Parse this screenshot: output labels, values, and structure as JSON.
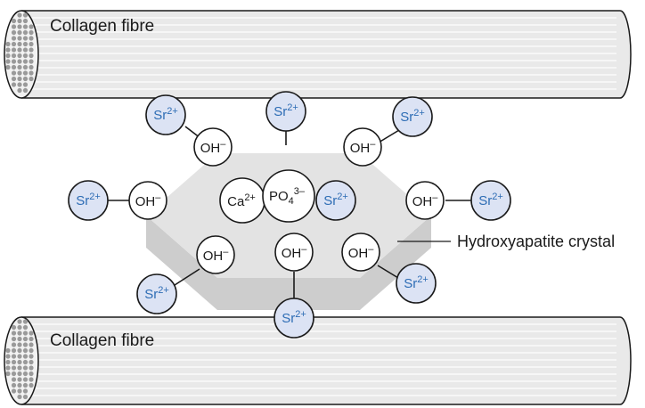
{
  "fibre_top": {
    "label": "Collagen fibre"
  },
  "fibre_bottom": {
    "label": "Collagen fibre"
  },
  "crystal": {
    "label": "Hydroxyapatite crystal"
  },
  "ions": {
    "sr": {
      "base": "Sr",
      "charge": "2+"
    },
    "oh": {
      "base": "OH",
      "charge": "–"
    },
    "ca": {
      "base": "Ca",
      "charge": "2+"
    },
    "po4": {
      "base": "PO",
      "sub": "4",
      "charge": "3–"
    }
  },
  "colors": {
    "sr_fill": "#dce3f4",
    "sr_text": "#2e6db5",
    "fibre_fill": "#e9e9e9",
    "crystal_top": "#e3e3e3",
    "crystal_side": "#cdcdcd",
    "outline": "#1a1a1a"
  }
}
